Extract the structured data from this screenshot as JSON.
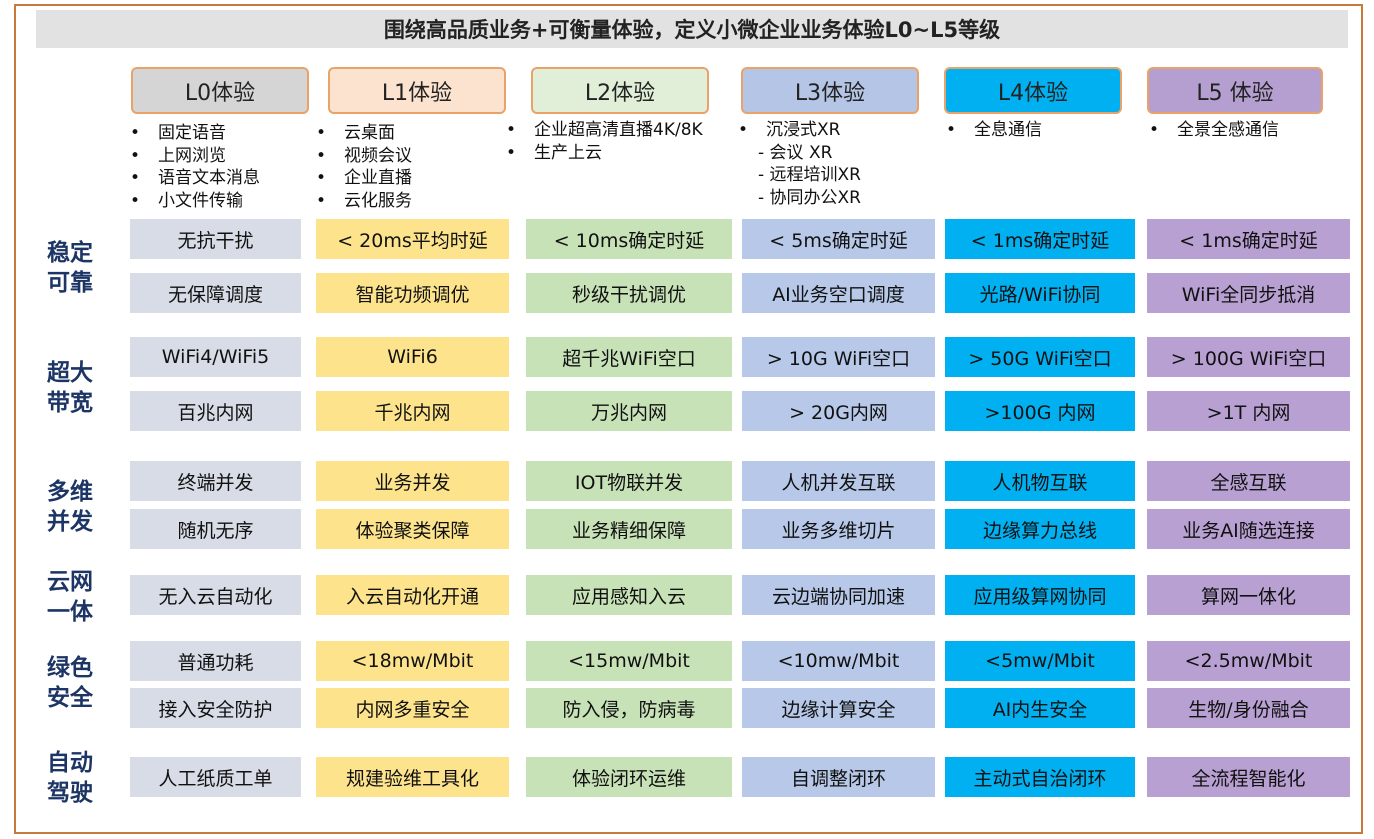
{
  "title": "围绕高品质业务+可衡量体验，定义小微企业业务体验L0~L5等级",
  "colors": {
    "frame_border": "#c87a3c",
    "header_border": "#e8a36a",
    "category_text": "#1d3565",
    "L0": "#d5d5d5",
    "L1": "#fbe3d0",
    "L2": "#e1efd8",
    "L3": "#b5c5e5",
    "L4": "#00b0f0",
    "L5": "#b59fd0",
    "cell_L0": "#d7dce6",
    "cell_L1": "#fde48c",
    "cell_L2": "#c8e2b8",
    "cell_L3": "#b7c8e8",
    "cell_L4": "#00b0f0",
    "cell_L5": "#b8a0d2"
  },
  "levels": [
    {
      "label": "L0体验",
      "apps": [
        "固定语音",
        "上网浏览",
        "语音文本消息",
        "小文件传输"
      ]
    },
    {
      "label": "L1体验",
      "apps": [
        "云桌面",
        "视频会议",
        "企业直播",
        "云化服务"
      ]
    },
    {
      "label": "L2体验",
      "apps": [
        "企业超高清直播4K/8K",
        "生产上云"
      ]
    },
    {
      "label": "L3体验",
      "apps": [
        "沉浸式XR"
      ],
      "sub_apps": [
        "- 会议 XR",
        "- 远程培训XR",
        "- 协同办公XR"
      ]
    },
    {
      "label": "L4体验",
      "apps": [
        "全息通信"
      ]
    },
    {
      "label": "L5 体验",
      "apps": [
        "全景全感通信"
      ]
    }
  ],
  "categories": [
    {
      "label": "稳定可靠"
    },
    {
      "label": "超大带宽"
    },
    {
      "label": "多维并发"
    },
    {
      "label": "云网一体"
    },
    {
      "label": "绿色安全"
    },
    {
      "label": "自动驾驶"
    }
  ],
  "rows": [
    [
      "无抗干扰",
      "< 20ms平均时延",
      "< 10ms确定时延",
      "< 5ms确定时延",
      "< 1ms确定时延",
      "< 1ms确定时延"
    ],
    [
      "无保障调度",
      "智能功频调优",
      "秒级干扰调优",
      "AI业务空口调度",
      "光路/WiFi协同",
      "WiFi全同步抵消"
    ],
    [
      "WiFi4/WiFi5",
      "WiFi6",
      "超千兆WiFi空口",
      "> 10G WiFi空口",
      "> 50G WiFi空口",
      "> 100G WiFi空口"
    ],
    [
      "百兆内网",
      "千兆内网",
      "万兆内网",
      "> 20G内网",
      ">100G 内网",
      ">1T 内网"
    ],
    [
      "终端并发",
      "业务并发",
      "IOT物联并发",
      "人机并发互联",
      "人机物互联",
      "全感互联"
    ],
    [
      "随机无序",
      "体验聚类保障",
      "业务精细保障",
      "业务多维切片",
      "边缘算力总线",
      "业务AI随选连接"
    ],
    [
      "无入云自动化",
      "入云自动化开通",
      "应用感知入云",
      "云边端协同加速",
      "应用级算网协同",
      "算网一体化"
    ],
    [
      "普通功耗",
      "<18mw/Mbit",
      "<15mw/Mbit",
      "<10mw/Mbit",
      "<5mw/Mbit",
      "<2.5mw/Mbit"
    ],
    [
      "接入安全防护",
      "内网多重安全",
      "防入侵，防病毒",
      "边缘计算安全",
      "AI内生安全",
      "生物/身份融合"
    ],
    [
      "人工纸质工单",
      "规建验维工具化",
      "体验闭环运维",
      "自调整闭环",
      "主动式自治闭环",
      "全流程智能化"
    ]
  ]
}
